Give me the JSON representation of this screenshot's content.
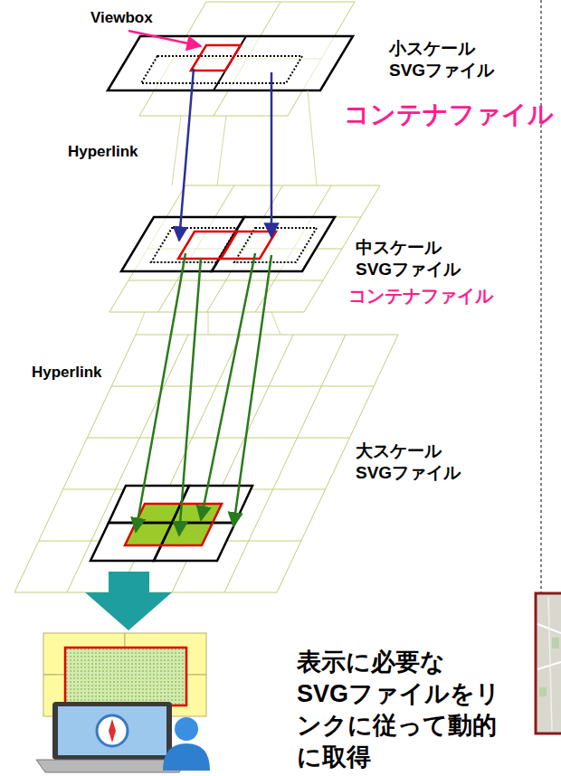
{
  "diagram": {
    "labels": [
      "Viewbox",
      "小スケール SVGファイル",
      "コンテナファイル",
      "Hyperlink",
      "中スケール SVGファイル",
      "コンテナファイル",
      "Hyperlink",
      "大スケール SVGファイル",
      "表示に必要な SVGファイルをリ ンクに従って動的 に取得"
    ]
  }
}
